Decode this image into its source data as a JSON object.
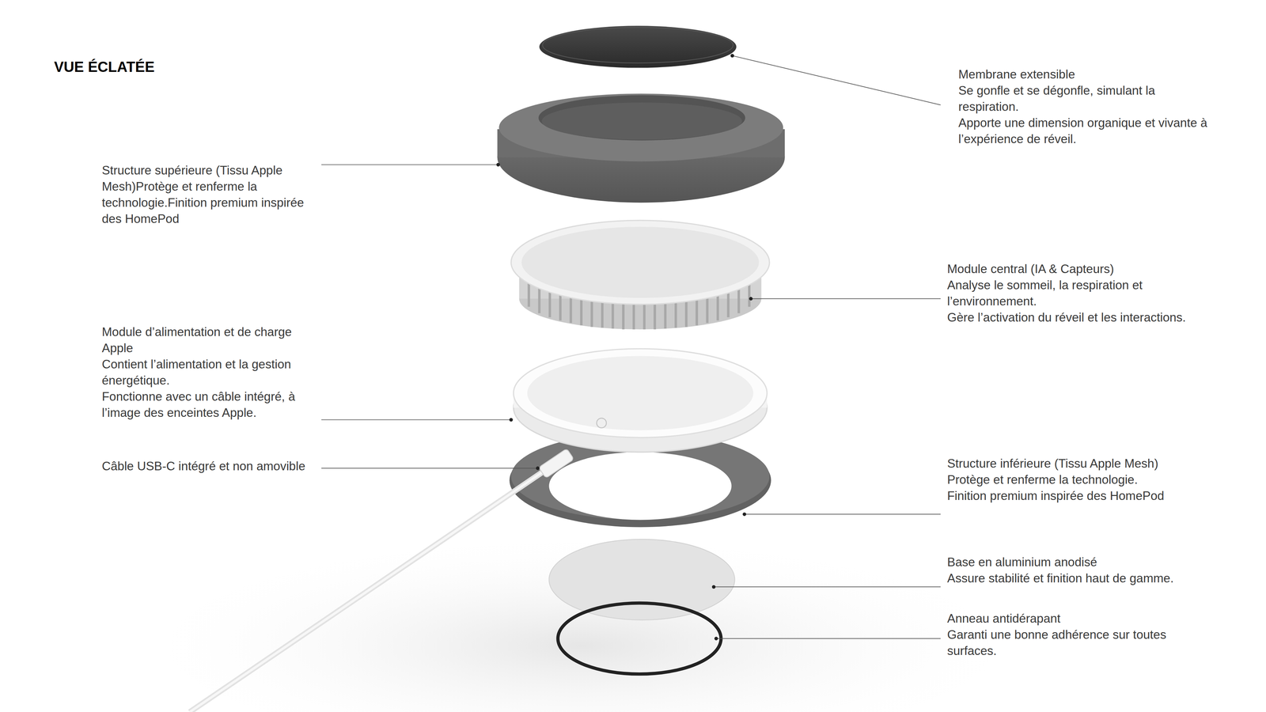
{
  "diagram": {
    "title": "VUE ÉCLATÉE",
    "labels": [
      "Membrane extensible",
      "Se gonfle et se dégonfle, simulant la respiration.",
      "Apporte une dimension organique et vivante à l’expérience de réveil.",
      "Structure supérieure (Tissu Apple Mesh)Protège et renferme la technologie.Finition premium inspirée des HomePod",
      "Module central (IA & Capteurs)",
      "Analyse le sommeil, la respiration et l’environnement.",
      "Gère l’activation du réveil et les interactions.",
      "Module d’alimentation et de charge Apple",
      "Contient l’alimentation et la gestion énergétique.",
      "Fonctionne avec un câble intégré, à l’image des enceintes Apple.",
      "Câble USB-C intégré et non amovible",
      "Structure inférieure (Tissu Apple Mesh)",
      "Protège et renferme la technologie.",
      "Finition premium inspirée des HomePod",
      "Base en aluminium anodisé",
      "Assure stabilité et finition haut de gamme.",
      "Anneau antidérapant",
      "Garanti une bonne adhérence sur toutes surfaces."
    ]
  }
}
